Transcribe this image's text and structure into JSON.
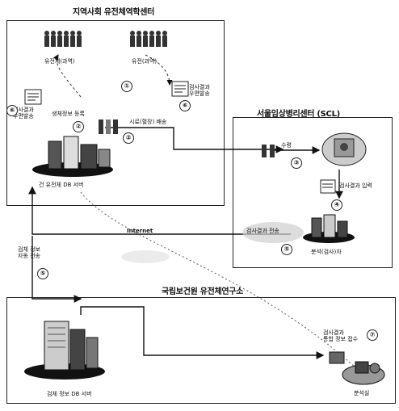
{
  "center_top": {
    "title": "지역사회 유전체역학센터",
    "participant_left": "유전체(과역)",
    "participant_right": "유전(과역)",
    "doc_left": "검사결과\n우편발송",
    "doc_mid": "검사결과\n우편발송",
    "process_label": "생체정보 등록",
    "transfer_label": "시료(혈장) 배송",
    "db_label": "건 유전체 DB 서버"
  },
  "center_right": {
    "title": "서울임상병리센터 (SCL)",
    "sample_label": "수령",
    "result_label": "검사결과 입력",
    "upload_label": "검사결과 전송",
    "analysis_label": "분석(검사)자"
  },
  "center_bottom": {
    "title": "국립보건원 유전체연구소",
    "server_label": "검체 정보 DB 서버",
    "receive_label": "검사결과\n통합 정보 접수",
    "analyst_label": "분석실"
  },
  "links": {
    "internet": "Internet",
    "auto_transfer": "검체 정보\n자동 전송"
  },
  "steps": [
    "①",
    "②",
    "③",
    "④",
    "⑤",
    "⑥",
    "⑦"
  ]
}
